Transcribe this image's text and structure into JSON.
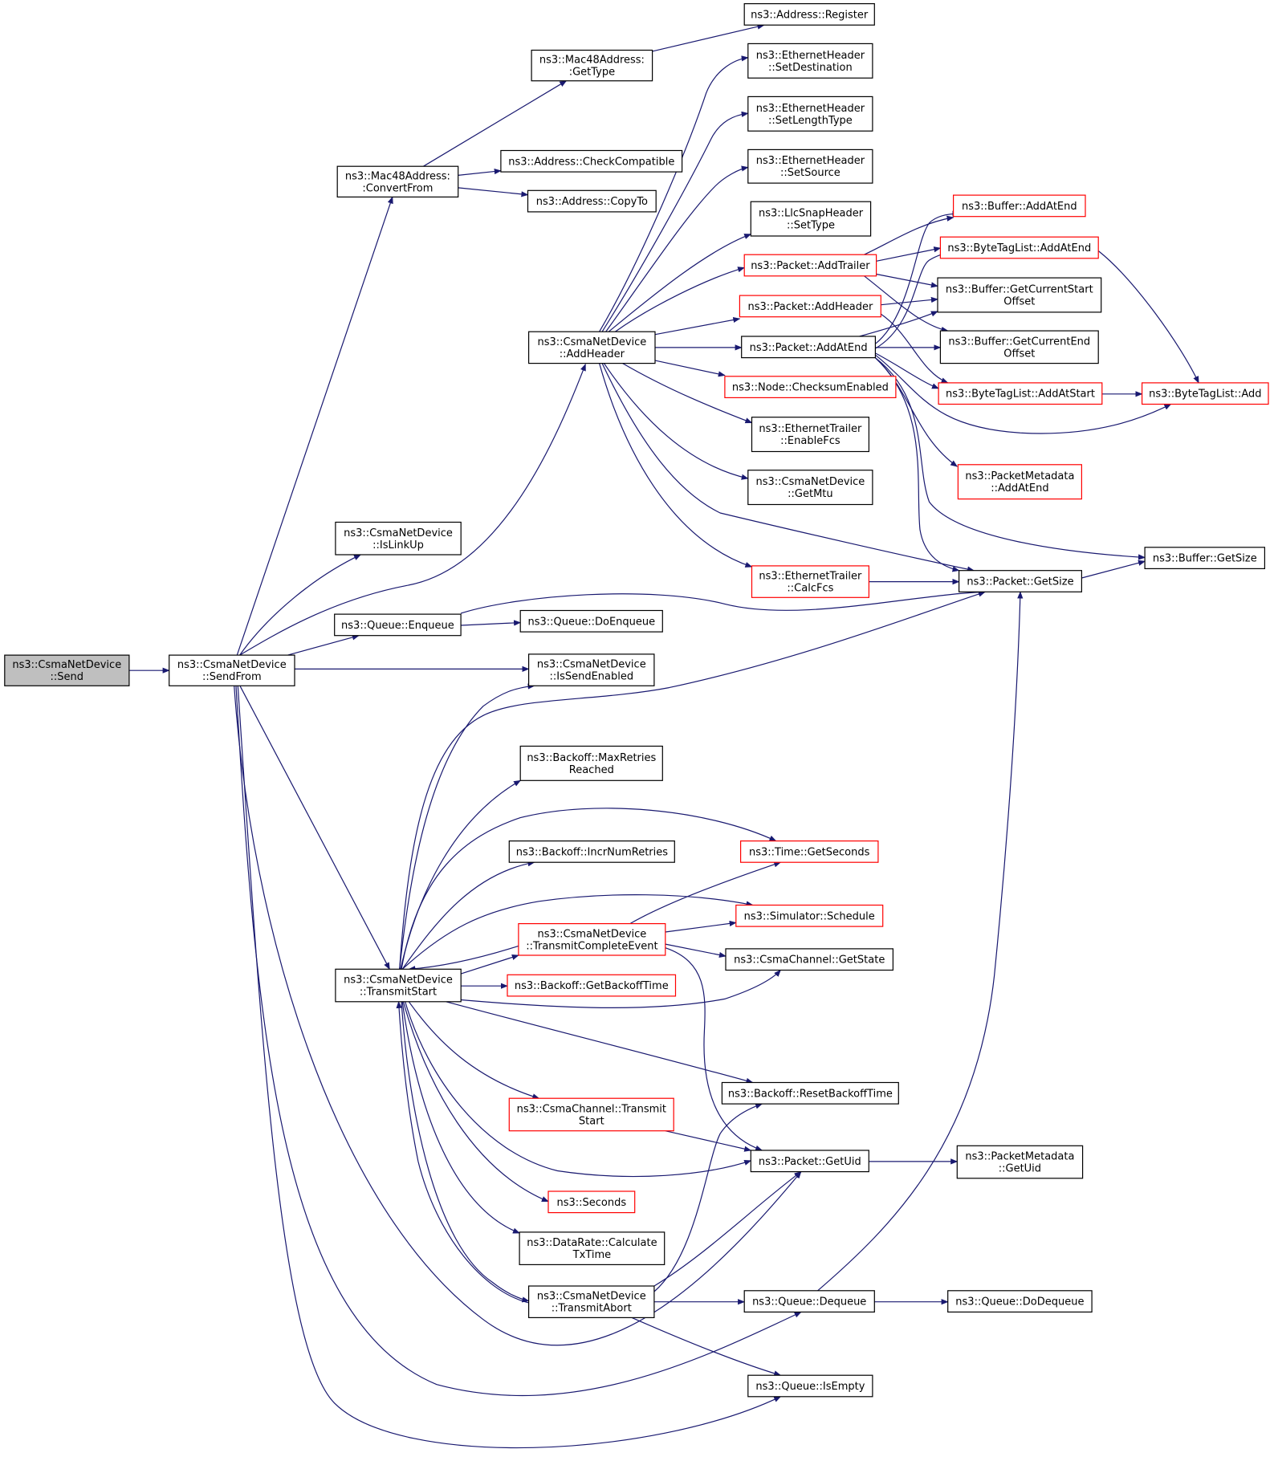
{
  "colors": {
    "edge": "#191970",
    "truncated_border": "#ff0000",
    "root_fill": "#bfbfbf",
    "node_border": "#000000"
  },
  "nodes": [
    {
      "id": "send",
      "lines": [
        "ns3::CsmaNetDevice",
        "::Send"
      ],
      "kind": "root"
    },
    {
      "id": "sendfrom",
      "lines": [
        "ns3::CsmaNetDevice",
        "::SendFrom"
      ],
      "kind": "normal"
    },
    {
      "id": "convertfrom",
      "lines": [
        "ns3::Mac48Address:",
        ":ConvertFrom"
      ],
      "kind": "normal"
    },
    {
      "id": "gettype",
      "lines": [
        "ns3::Mac48Address:",
        ":GetType"
      ],
      "kind": "normal"
    },
    {
      "id": "register",
      "lines": [
        "ns3::Address::Register"
      ],
      "kind": "normal"
    },
    {
      "id": "checkcompat",
      "lines": [
        "ns3::Address::CheckCompatible"
      ],
      "kind": "normal"
    },
    {
      "id": "copyto",
      "lines": [
        "ns3::Address::CopyTo"
      ],
      "kind": "normal"
    },
    {
      "id": "addheader_dev",
      "lines": [
        "ns3::CsmaNetDevice",
        "::AddHeader"
      ],
      "kind": "normal"
    },
    {
      "id": "eth_setdest",
      "lines": [
        "ns3::EthernetHeader",
        "::SetDestination"
      ],
      "kind": "normal"
    },
    {
      "id": "eth_setlen",
      "lines": [
        "ns3::EthernetHeader",
        "::SetLengthType"
      ],
      "kind": "normal"
    },
    {
      "id": "eth_setsrc",
      "lines": [
        "ns3::EthernetHeader",
        "::SetSource"
      ],
      "kind": "normal"
    },
    {
      "id": "llc_settype",
      "lines": [
        "ns3::LlcSnapHeader",
        "::SetType"
      ],
      "kind": "normal"
    },
    {
      "id": "pkt_addtrailer",
      "lines": [
        "ns3::Packet::AddTrailer"
      ],
      "kind": "truncated"
    },
    {
      "id": "pkt_addheader",
      "lines": [
        "ns3::Packet::AddHeader"
      ],
      "kind": "truncated"
    },
    {
      "id": "pkt_addatend",
      "lines": [
        "ns3::Packet::AddAtEnd"
      ],
      "kind": "normal"
    },
    {
      "id": "node_checksum",
      "lines": [
        "ns3::Node::ChecksumEnabled"
      ],
      "kind": "truncated"
    },
    {
      "id": "ethtr_enablefcs",
      "lines": [
        "ns3::EthernetTrailer",
        "::EnableFcs"
      ],
      "kind": "normal"
    },
    {
      "id": "dev_getmtu",
      "lines": [
        "ns3::CsmaNetDevice",
        "::GetMtu"
      ],
      "kind": "normal"
    },
    {
      "id": "ethtr_calcfcs",
      "lines": [
        "ns3::EthernetTrailer",
        "::CalcFcs"
      ],
      "kind": "truncated"
    },
    {
      "id": "buf_addatend",
      "lines": [
        "ns3::Buffer::AddAtEnd"
      ],
      "kind": "truncated"
    },
    {
      "id": "btl_addatend",
      "lines": [
        "ns3::ByteTagList::AddAtEnd"
      ],
      "kind": "truncated"
    },
    {
      "id": "buf_getcurstart",
      "lines": [
        "ns3::Buffer::GetCurrentStart",
        "Offset"
      ],
      "kind": "normal"
    },
    {
      "id": "buf_getcurend",
      "lines": [
        "ns3::Buffer::GetCurrentEnd",
        "Offset"
      ],
      "kind": "normal"
    },
    {
      "id": "btl_addatstart",
      "lines": [
        "ns3::ByteTagList::AddAtStart"
      ],
      "kind": "truncated"
    },
    {
      "id": "btl_add",
      "lines": [
        "ns3::ByteTagList::Add"
      ],
      "kind": "truncated"
    },
    {
      "id": "pm_addatend",
      "lines": [
        "ns3::PacketMetadata",
        "::AddAtEnd"
      ],
      "kind": "truncated"
    },
    {
      "id": "buf_getsize",
      "lines": [
        "ns3::Buffer::GetSize"
      ],
      "kind": "normal"
    },
    {
      "id": "pkt_getsize",
      "lines": [
        "ns3::Packet::GetSize"
      ],
      "kind": "normal"
    },
    {
      "id": "dev_islinkup",
      "lines": [
        "ns3::CsmaNetDevice",
        "::IsLinkUp"
      ],
      "kind": "normal"
    },
    {
      "id": "q_enqueue",
      "lines": [
        "ns3::Queue::Enqueue"
      ],
      "kind": "normal"
    },
    {
      "id": "q_doenqueue",
      "lines": [
        "ns3::Queue::DoEnqueue"
      ],
      "kind": "normal"
    },
    {
      "id": "dev_issendenabled",
      "lines": [
        "ns3::CsmaNetDevice",
        "::IsSendEnabled"
      ],
      "kind": "normal"
    },
    {
      "id": "bo_maxretries",
      "lines": [
        "ns3::Backoff::MaxRetries",
        "Reached"
      ],
      "kind": "normal"
    },
    {
      "id": "bo_incr",
      "lines": [
        "ns3::Backoff::IncrNumRetries"
      ],
      "kind": "normal"
    },
    {
      "id": "time_getseconds",
      "lines": [
        "ns3::Time::GetSeconds"
      ],
      "kind": "truncated"
    },
    {
      "id": "sim_schedule",
      "lines": [
        "ns3::Simulator::Schedule"
      ],
      "kind": "truncated"
    },
    {
      "id": "dev_txcomplete",
      "lines": [
        "ns3::CsmaNetDevice",
        "::TransmitCompleteEvent"
      ],
      "kind": "truncated"
    },
    {
      "id": "ch_getstate",
      "lines": [
        "ns3::CsmaChannel::GetState"
      ],
      "kind": "normal"
    },
    {
      "id": "dev_txstart",
      "lines": [
        "ns3::CsmaNetDevice",
        "::TransmitStart"
      ],
      "kind": "normal"
    },
    {
      "id": "bo_getbackoff",
      "lines": [
        "ns3::Backoff::GetBackoffTime"
      ],
      "kind": "truncated"
    },
    {
      "id": "bo_reset",
      "lines": [
        "ns3::Backoff::ResetBackoffTime"
      ],
      "kind": "normal"
    },
    {
      "id": "ch_txstart",
      "lines": [
        "ns3::CsmaChannel::Transmit",
        "Start"
      ],
      "kind": "truncated"
    },
    {
      "id": "pkt_getuid",
      "lines": [
        "ns3::Packet::GetUid"
      ],
      "kind": "normal"
    },
    {
      "id": "pm_getuid",
      "lines": [
        "ns3::PacketMetadata",
        "::GetUid"
      ],
      "kind": "normal"
    },
    {
      "id": "seconds",
      "lines": [
        "ns3::Seconds"
      ],
      "kind": "truncated"
    },
    {
      "id": "dr_calctx",
      "lines": [
        "ns3::DataRate::Calculate",
        "TxTime"
      ],
      "kind": "normal"
    },
    {
      "id": "dev_txabort",
      "lines": [
        "ns3::CsmaNetDevice",
        "::TransmitAbort"
      ],
      "kind": "normal"
    },
    {
      "id": "q_dequeue",
      "lines": [
        "ns3::Queue::Dequeue"
      ],
      "kind": "normal"
    },
    {
      "id": "q_dodequeue",
      "lines": [
        "ns3::Queue::DoDequeue"
      ],
      "kind": "normal"
    },
    {
      "id": "q_isempty",
      "lines": [
        "ns3::Queue::IsEmpty"
      ],
      "kind": "normal"
    }
  ]
}
